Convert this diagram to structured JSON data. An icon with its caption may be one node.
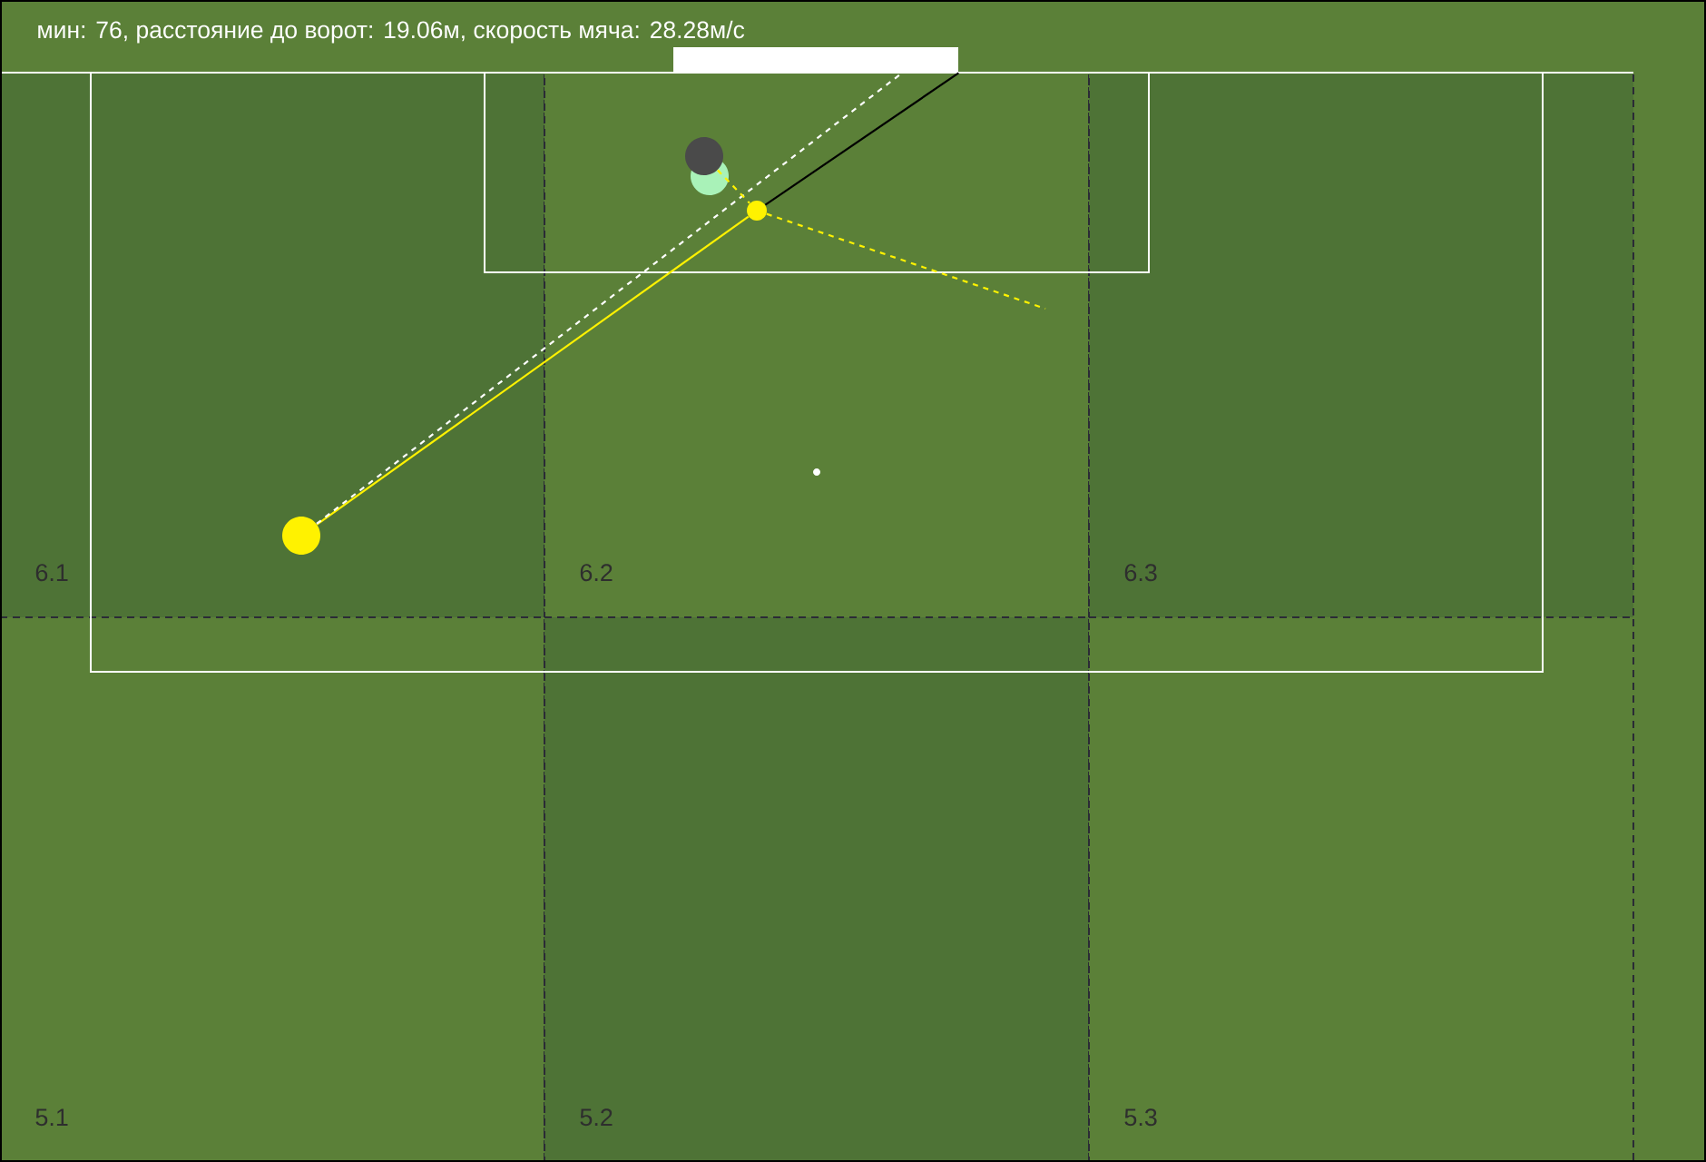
{
  "diagram": {
    "title": "мин: 76, расстояние до ворот: 19.06м, скорость мяча: 28.28м/с",
    "nodes": [
      {
        "text": [],
        "shape": "bar"
      },
      {
        "text": [
          "6.1"
        ]
      },
      {
        "text": [
          "6.2"
        ]
      },
      {
        "text": [
          "6.3"
        ]
      },
      {
        "text": [
          "5.1"
        ]
      },
      {
        "text": [
          "5.2"
        ]
      },
      {
        "text": [
          "5.3"
        ]
      },
      {
        "text": [],
        "shape": "circle",
        "in": 2
      },
      {
        "text": [],
        "shape": "circle",
        "in": 2
      },
      {
        "text": [],
        "shape": "circle",
        "in": 2
      },
      {
        "text": [],
        "shape": "circle",
        "in": 1
      }
    ],
    "edges": [
      {
        "from": 10,
        "to": 9,
        "arrow": "none"
      },
      {
        "from": 9,
        "to": 0,
        "arrow": "none",
        "color": "#000000"
      },
      {
        "from": 10,
        "to": 0,
        "arrow": "none",
        "style": "dashed",
        "color": "#ffffff"
      },
      {
        "from": 7,
        "to": 9,
        "arrow": "none",
        "style": "dashed"
      },
      {
        "from": 9,
        "to": null,
        "arrow": "none",
        "style": "dashed"
      }
    ]
  }
}
